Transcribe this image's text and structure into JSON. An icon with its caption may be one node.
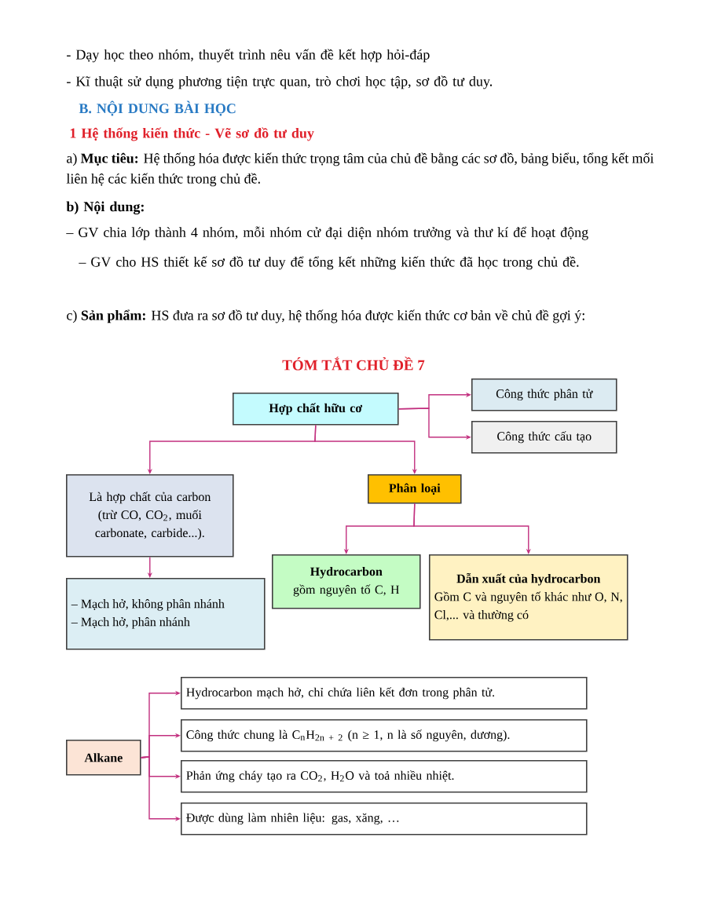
{
  "diagram": {
    "title": "TÓM TẮT CHỦ ĐỀ 7",
    "nodes": [
      {
        "text": [
          "Hợp chất hữu cơ"
        ]
      },
      {
        "text": [
          "Công thức phân tử"
        ]
      },
      {
        "text": [
          "Công thức cấu tạo"
        ]
      },
      {
        "text": [
          "Là hợp chất của carbon (trừ CO, CO$_{2}$, muối carbonate, carbide...)."
        ]
      },
      {
        "text": [
          "Phân loại"
        ]
      },
      {
        "text": [
          "– Mạch hở, không phân nhánh",
          "– Mạch hở, phân nhánh"
        ]
      },
      {
        "text": [
          "Hydrocarbon",
          "gồm nguyên tố C, H"
        ]
      },
      {
        "text": [
          "Dẫn xuất của hydrocarbon",
          "Gồm C và nguyên tố khác như O, N, Cl,... và thường có"
        ]
      },
      {
        "text": [
          "Alkane"
        ]
      },
      {
        "text": [
          "Hydrocarbon mạch hở, chỉ chứa liên kết đơn trong phân tử."
        ]
      },
      {
        "text": [
          "Công thức chung là C$_{n}$H$_{2n + 2}$ (n ≥ 1, n là số nguyên, dương)."
        ]
      },
      {
        "text": [
          "Phản ứng cháy tạo ra CO$_{2}$, H$_{2}$O và toả nhiều nhiệt."
        ]
      },
      {
        "text": [
          "Được dùng làm nhiên liệu: gas, xăng, …"
        ]
      }
    ],
    "edges": [
      {
        "from": 0,
        "to": 1,
        "arrow": "to"
      },
      {
        "from": 0,
        "to": 2,
        "arrow": "to"
      },
      {
        "from": 0,
        "to": 3,
        "arrow": "to"
      },
      {
        "from": 0,
        "to": 4,
        "arrow": "to"
      },
      {
        "from": 3,
        "to": 5,
        "arrow": "to"
      },
      {
        "from": 4,
        "to": 6,
        "arrow": "to"
      },
      {
        "from": 4,
        "to": 7,
        "arrow": "to"
      },
      {
        "from": 8,
        "to": 9,
        "arrow": "to"
      },
      {
        "from": 8,
        "to": 10,
        "arrow": "to"
      },
      {
        "from": 8,
        "to": 11,
        "arrow": "to"
      },
      {
        "from": 8,
        "to": 12,
        "arrow": "to"
      }
    ],
    "labels": [
      "- Dạy học theo nhóm, thuyết trình nêu vấn đề kết hợp hỏi-đáp",
      "- Kĩ thuật sử dụng phương tiện trực quan, trò chơi học tập, sơ đồ tư duy.",
      "B.   NỘI DUNG BÀI HỌC",
      "1 Hệ thống kiến thức -  Vẽ sơ đồ tư duy",
      "a) **Mục tiêu:** Hệ thống hóa được kiến thức trọng tâm của chủ đề bằng các sơ đồ, bảng biểu, tổng kết mối liên hệ các kiến thức trong chủ đề.",
      "b) Nội dung:",
      "– GV chia lớp thành 4 nhóm, mỗi nhóm cử đại diện nhóm trưởng và thư kí để hoạt động",
      "– GV cho HS thiết kế sơ đồ tư duy để tổng kết những kiến thức đã học trong chủ đề.",
      "c) **Sản phẩm:** HS đưa ra sơ đồ tư duy, hệ thống hóa được kiến thức cơ bản về chủ đề gợi ý:"
    ]
  }
}
